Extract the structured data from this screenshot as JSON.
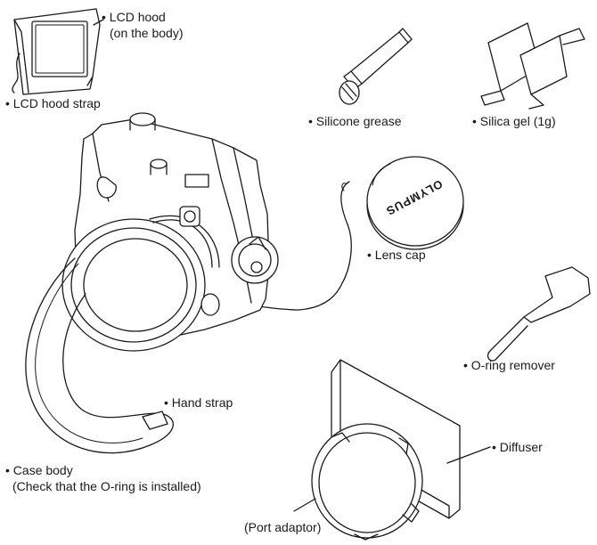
{
  "labels": {
    "lcd_hood": "• LCD hood",
    "lcd_hood_sub": "(on the body)",
    "lcd_hood_strap": "• LCD hood strap",
    "silicone_grease": "• Silicone grease",
    "silica_gel": "• Silica gel (1g)",
    "lens_cap": "• Lens cap",
    "o_ring_remover": "• O-ring remover",
    "hand_strap": "• Hand strap",
    "diffuser": "• Diffuser",
    "case_body": "• Case body",
    "case_body_sub": "(Check that the O-ring is installed)",
    "port_adaptor": "(Port adaptor)"
  },
  "lens_cap_logo": "OLYMPUS",
  "colors": {
    "line": "#1a1a1a",
    "fill": "#ffffff"
  }
}
